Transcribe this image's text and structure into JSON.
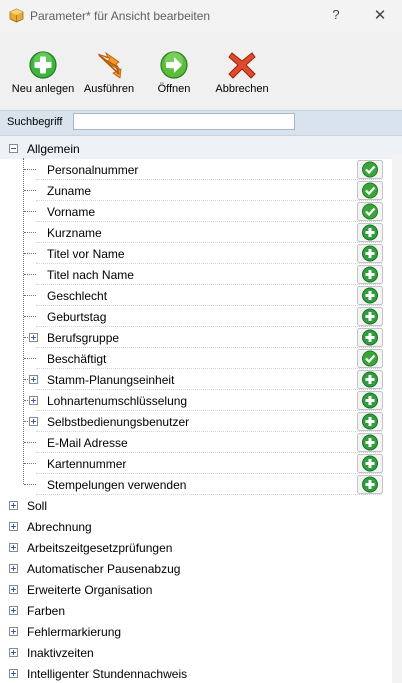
{
  "window": {
    "title": "Parameter* für Ansicht bearbeiten",
    "help_glyph": "?",
    "close_glyph": "✕"
  },
  "toolbar": {
    "new": "Neu anlegen",
    "run": "Ausführen",
    "open": "Öffnen",
    "cancel": "Abbrechen"
  },
  "search": {
    "label": "Suchbegriff",
    "value": "",
    "placeholder": ""
  },
  "tree": {
    "root": "Allgemein",
    "children": [
      {
        "label": "Personalnummer",
        "status": "check-icon",
        "expandable": false
      },
      {
        "label": "Zuname",
        "status": "check-icon",
        "expandable": false
      },
      {
        "label": "Vorname",
        "status": "check-icon",
        "expandable": false
      },
      {
        "label": "Kurzname",
        "status": "plus-icon",
        "expandable": false
      },
      {
        "label": "Titel vor Name",
        "status": "plus-icon",
        "expandable": false
      },
      {
        "label": "Titel nach Name",
        "status": "plus-icon",
        "expandable": false
      },
      {
        "label": "Geschlecht",
        "status": "plus-icon",
        "expandable": false
      },
      {
        "label": "Geburtstag",
        "status": "plus-icon",
        "expandable": false
      },
      {
        "label": "Berufsgruppe",
        "status": "plus-icon",
        "expandable": true
      },
      {
        "label": "Beschäftigt",
        "status": "check-icon",
        "expandable": false
      },
      {
        "label": "Stamm-Planungseinheit",
        "status": "plus-icon",
        "expandable": true
      },
      {
        "label": "Lohnartenumschlüsselung",
        "status": "plus-icon",
        "expandable": true
      },
      {
        "label": "Selbstbedienungsbenutzer",
        "status": "plus-icon",
        "expandable": true
      },
      {
        "label": "E-Mail Adresse",
        "status": "plus-icon",
        "expandable": false
      },
      {
        "label": "Kartennummer",
        "status": "plus-icon",
        "expandable": false
      },
      {
        "label": "Stempelungen verwenden",
        "status": "plus-icon",
        "expandable": false
      }
    ],
    "groups": [
      "Soll",
      "Abrechnung",
      "Arbeitszeitgesetzprüfungen",
      "Automatischer Pausenabzug",
      "Erweiterte Organisation",
      "Farben",
      "Fehlermarkierung",
      "Inaktivzeiten",
      "Intelligenter Stundennachweis"
    ]
  },
  "colors": {
    "check": "#3aa53a",
    "plus": "#2e9e3e",
    "run": "#f08a1e",
    "cancel": "#d9341c",
    "open": "#5cc03c"
  }
}
